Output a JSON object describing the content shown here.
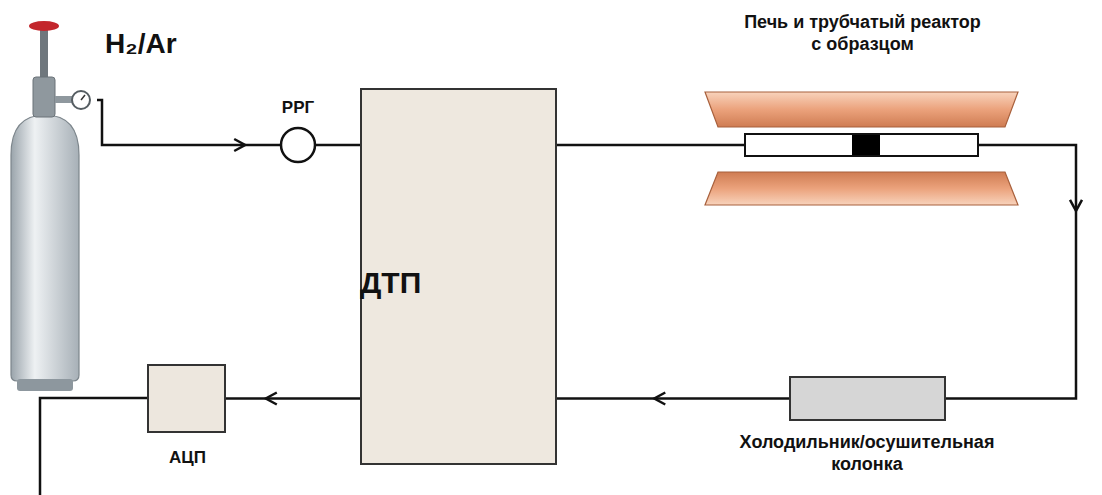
{
  "diagram": {
    "nodes": [
      {
        "text": [
          "H₂/Ar"
        ]
      },
      {
        "text": [
          "РРГ"
        ]
      },
      {
        "text": [
          "ДТП"
        ]
      },
      {
        "text": [
          "Печь и трубчатый реактор с образцом"
        ]
      },
      {
        "text": [
          "Холодильник/осушительная колонка"
        ]
      },
      {
        "text": [
          "АЦП"
        ]
      }
    ],
    "edges": [
      {
        "from": 0,
        "to": 1,
        "arrow": "to"
      },
      {
        "from": 1,
        "to": 2,
        "arrow": "none"
      },
      {
        "from": 2,
        "to": 3,
        "arrow": "none"
      },
      {
        "from": 3,
        "to": 4,
        "arrow": "to"
      },
      {
        "from": 4,
        "to": 2,
        "arrow": "to"
      },
      {
        "from": 2,
        "to": 5,
        "arrow": "to"
      }
    ]
  }
}
